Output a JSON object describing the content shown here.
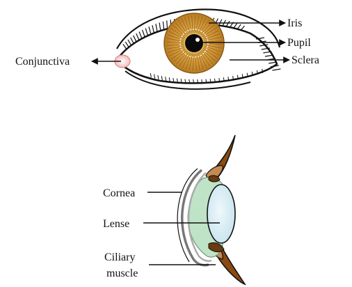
{
  "front_view": {
    "labels": {
      "iris": "Iris",
      "pupil": "Pupil",
      "sclera": "Sclera",
      "conjunctiva": "Conjunctiva"
    }
  },
  "side_view": {
    "labels": {
      "cornea": "Cornea",
      "lense": "Lense",
      "ciliary_line1": "Ciliary",
      "ciliary_line2": "muscle"
    }
  },
  "colors": {
    "iris": "#d9a040",
    "iris_dark": "#9a6218",
    "lens": "#d8eef4",
    "vitreous": "#bfe3c6",
    "eyelid_brown": "#8a4a10",
    "caruncle": "#f4c4c0",
    "outline": "#111111"
  }
}
